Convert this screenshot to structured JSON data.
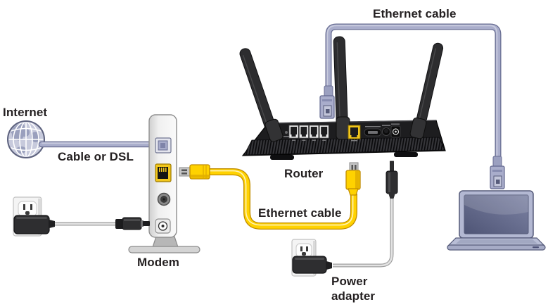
{
  "diagram": {
    "labels": {
      "internet": "Internet",
      "cable_or_dsl": "Cable or DSL",
      "modem": "Modem",
      "router": "Router",
      "ethernet_cable_top": "Ethernet cable",
      "ethernet_cable_middle": "Ethernet cable",
      "power_adapter_line1": "Power",
      "power_adapter_line2": "adapter"
    },
    "colors": {
      "label_text": "#231F20",
      "ethernet_cable_yellow": "#FFD200",
      "ethernet_cable_lavender": "#A9ADCB",
      "power_cable_gray": "#E3E3E3",
      "device_black": "#2E2E30"
    }
  }
}
